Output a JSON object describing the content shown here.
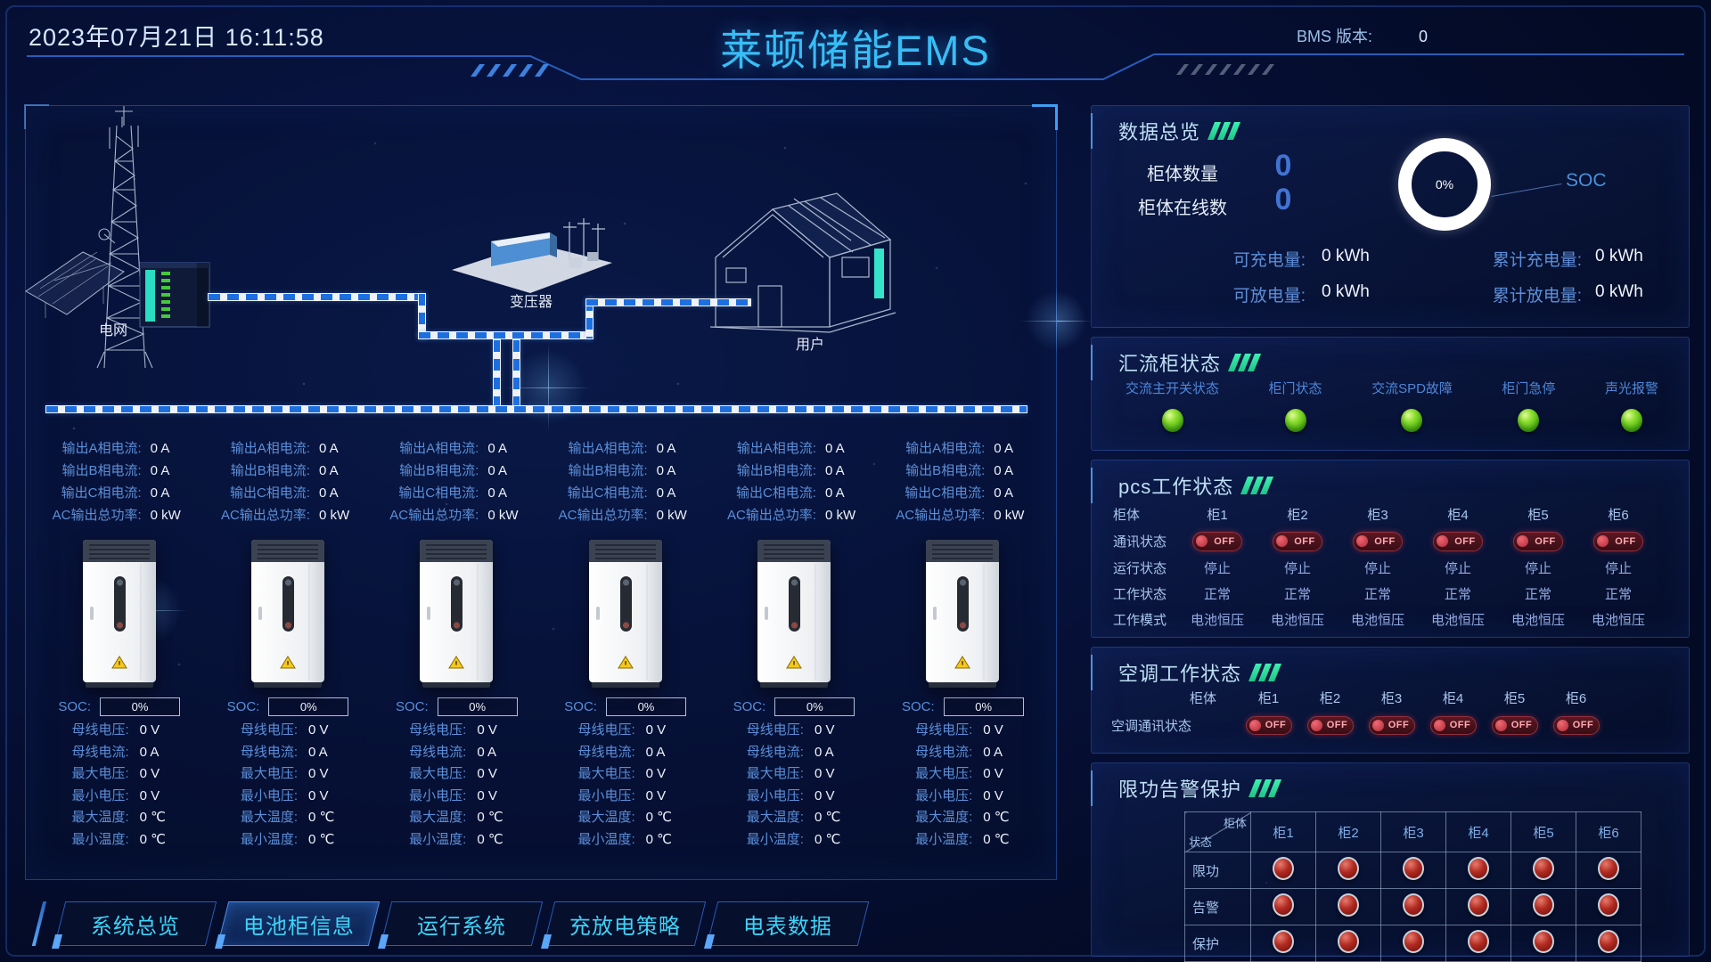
{
  "header": {
    "datetime": "2023年07月21日  16:11:58",
    "title": "莱顿储能EMS",
    "bms_label": "BMS 版本:",
    "bms_value": "0"
  },
  "diagram": {
    "grid_label": "电网",
    "transformer_label": "变压器",
    "user_label": "用户"
  },
  "cabinets": {
    "count": 6,
    "output_rows": [
      {
        "label": "输出A相电流:",
        "value": "0 A"
      },
      {
        "label": "输出B相电流:",
        "value": "0 A"
      },
      {
        "label": "输出C相电流:",
        "value": "0 A"
      },
      {
        "label": "AC输出总功率:",
        "value": "0 kW"
      }
    ],
    "soc_label": "SOC:",
    "soc_value": "0%",
    "stat_rows": [
      {
        "label": "母线电压:",
        "value": "0 V"
      },
      {
        "label": "母线电流:",
        "value": "0 A"
      },
      {
        "label": "最大电压:",
        "value": "0 V"
      },
      {
        "label": "最小电压:",
        "value": "0 V"
      },
      {
        "label": "最大温度:",
        "value": "0 ℃"
      },
      {
        "label": "最小温度:",
        "value": "0 ℃"
      }
    ]
  },
  "tabs": [
    {
      "id": "system-overview",
      "label": "系统总览",
      "active": false
    },
    {
      "id": "battery-cabinet-info",
      "label": "电池柜信息",
      "active": true
    },
    {
      "id": "operation-system",
      "label": "运行系统",
      "active": false
    },
    {
      "id": "charge-discharge-strategy",
      "label": "充放电策略",
      "active": false
    },
    {
      "id": "meter-data",
      "label": "电表数据",
      "active": false
    }
  ],
  "overview": {
    "title": "数据总览",
    "cabinet_count_label": "柜体数量",
    "cabinet_count_value": "0",
    "cabinet_online_label": "柜体在线数",
    "cabinet_online_value": "0",
    "soc_percent": "0%",
    "soc_label": "SOC",
    "chargeable_label": "可充电量:",
    "chargeable_value": "0 kWh",
    "dischargeable_label": "可放电量:",
    "dischargeable_value": "0 kWh",
    "total_charge_label": "累计充电量:",
    "total_charge_value": "0 kWh",
    "total_discharge_label": "累计放电量:",
    "total_discharge_value": "0 kWh"
  },
  "combiner": {
    "title": "汇流柜状态",
    "items": [
      "交流主开关状态",
      "柜门状态",
      "交流SPD故障",
      "柜门急停",
      "声光报警"
    ]
  },
  "pcs": {
    "title": "pcs工作状态",
    "col_header": "柜体",
    "columns": [
      "柜1",
      "柜2",
      "柜3",
      "柜4",
      "柜5",
      "柜6"
    ],
    "rows": [
      {
        "label": "通讯状态",
        "type": "toggle",
        "value": "OFF"
      },
      {
        "label": "运行状态",
        "type": "text",
        "value": "停止"
      },
      {
        "label": "工作状态",
        "type": "text",
        "value": "正常"
      },
      {
        "label": "工作模式",
        "type": "text",
        "value": "电池恒压"
      }
    ]
  },
  "aircon": {
    "title": "空调工作状态",
    "col_header": "柜体",
    "columns": [
      "柜1",
      "柜2",
      "柜3",
      "柜4",
      "柜5",
      "柜6"
    ],
    "row_label": "空调通讯状态",
    "toggle_value": "OFF"
  },
  "protection": {
    "title": "限功告警保护",
    "corner_top": "柜体",
    "corner_bottom": "状态",
    "columns": [
      "柜1",
      "柜2",
      "柜3",
      "柜4",
      "柜5",
      "柜6"
    ],
    "rows": [
      "限功",
      "告警",
      "保护"
    ]
  },
  "colors": {
    "accent_cyan": "#38bdf5",
    "title_accent_green": "#2ee6a6",
    "indicator_ok_green": "#6fd01f",
    "indicator_alarm_red": "#a81f1f",
    "toggle_off_red": "#92303e",
    "value_number_blue": "#4273d2",
    "powerline_blue": "#1d6fe0"
  }
}
